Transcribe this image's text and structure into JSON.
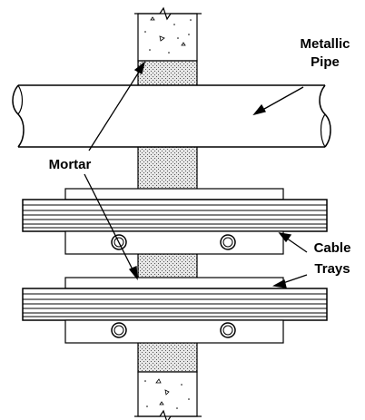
{
  "labels": {
    "metallic_pipe_line1": "Metallic",
    "metallic_pipe_line2": "Pipe",
    "mortar": "Mortar",
    "cable_trays_line1": "Cable",
    "cable_trays_line2": "Trays"
  },
  "colors": {
    "line": "#000000",
    "background": "#ffffff",
    "mortar_fill": "#cfcfcf"
  }
}
